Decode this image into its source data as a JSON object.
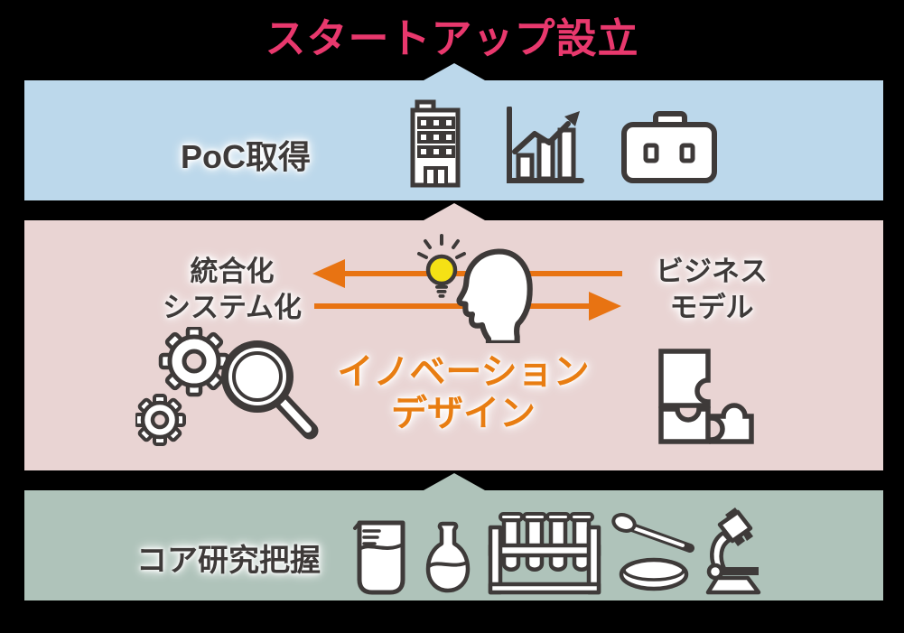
{
  "title": "スタートアップ設立",
  "colors": {
    "bg": "#000000",
    "title_pink": "#E8386D",
    "band_blue": "#BCD8EB",
    "band_pink": "#E9D4D3",
    "band_green": "#AFC3BA",
    "ink": "#3E3A39",
    "arrow_orange": "#E87312",
    "accent_orange": "#E87D12",
    "bulb_yellow": "#F5E115",
    "icon_white": "#FFFFFF"
  },
  "poc_band": {
    "label": "PoC取得",
    "icons": [
      "building-icon",
      "growth-chart-icon",
      "briefcase-icon"
    ]
  },
  "innovation_band": {
    "left_label_line1": "統合化",
    "left_label_line2": "システム化",
    "right_label_line1": "ビジネス",
    "right_label_line2": "モデル",
    "center_label_line1": "イノベーション",
    "center_label_line2": "デザイン",
    "icons": [
      "lightbulb-icon",
      "head-profile-icon",
      "gear-icon",
      "magnifier-icon",
      "puzzle-icon"
    ]
  },
  "core_band": {
    "label": "コア研究把握",
    "icons": [
      "beaker-icon",
      "flask-icon",
      "test-tube-rack-icon",
      "pipette-icon",
      "petri-dish-icon",
      "microscope-icon"
    ]
  }
}
